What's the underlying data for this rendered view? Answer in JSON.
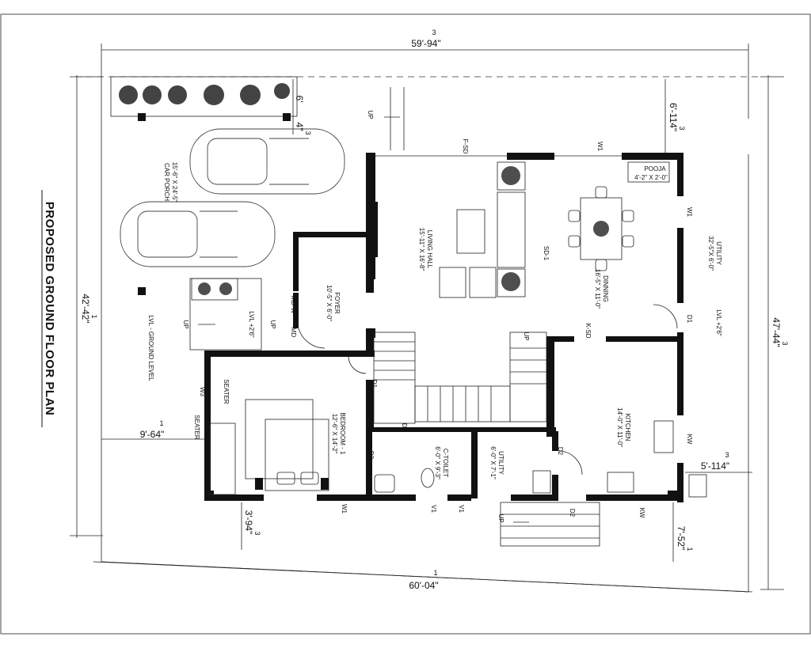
{
  "title": "PROPOSED GROUND FLOOR PLAN",
  "dimensions": {
    "top_outer": {
      "value": "59'-94\"",
      "frac": "3"
    },
    "bottom_outer": {
      "value": "60'-04\"",
      "frac": "1"
    },
    "left_outer": {
      "value": "42'-42\"",
      "frac": "1"
    },
    "right_outer": {
      "value": "47'-44\"",
      "frac": "3"
    },
    "top_right_offset": {
      "value": "6'-114\"",
      "frac": "3"
    },
    "right_mid_offset": {
      "value": "5'-114\"",
      "frac": "3"
    },
    "bottom_right_offset": {
      "value": "7'-52\"",
      "frac": "1"
    },
    "left_mid_offset": {
      "value": "9'-64\"",
      "frac": "1"
    },
    "bottom_left_offset": {
      "value": "3'-94\"",
      "frac": "3"
    },
    "top_left_small": {
      "value": "4\"",
      "frac": "3"
    },
    "top_left_small_b": {
      "value": "6'"
    }
  },
  "rooms": {
    "car_porch": {
      "name": "CAR PORCH",
      "size": "15'-6\" X 24'-5\""
    },
    "living_hall": {
      "name": "LIVING HALL",
      "size": "15'-11\" X 16'-8\""
    },
    "dinning": {
      "name": "DINNING",
      "size": "16'-5\" X 11'-0\""
    },
    "pooja": {
      "name": "POOJA",
      "size": "4'-2\" X 2'-0\""
    },
    "utility_top": {
      "name": "UTILITY",
      "size": "32'-5\"X 6'-0\""
    },
    "utility_lvl": {
      "name": "LVL +2'6\""
    },
    "foyer": {
      "name": "FOYER",
      "size": "10'-5\" X 6'-0\""
    },
    "foyer_lvl": {
      "name": "LVL +2'6\""
    },
    "ground_level": {
      "name": "LVL - GROUND LEVEL"
    },
    "bedroom": {
      "name": "BEDROOM - 1",
      "size": "12'-6\" X 14'-2\""
    },
    "c_toilet": {
      "name": "C-TOILET",
      "size": "6'-0\" X 9'-3\""
    },
    "utility_small": {
      "name": "UTILITY",
      "size": "6'-0\" X 7'-1\""
    },
    "kitchen": {
      "name": "KITCHEN",
      "size": "14'-0\" X 11'-0\""
    }
  },
  "openings": {
    "f_sd": "F-SD",
    "w1": "W1",
    "w3": "W3",
    "d1": "D1",
    "d2": "D2",
    "sd1": "SD-1",
    "k_sd": "K-SD",
    "kw": "KW",
    "v1": "V1",
    "md": "MD",
    "mdw": "MD-W",
    "seater": "SEATER",
    "up": "UP"
  }
}
